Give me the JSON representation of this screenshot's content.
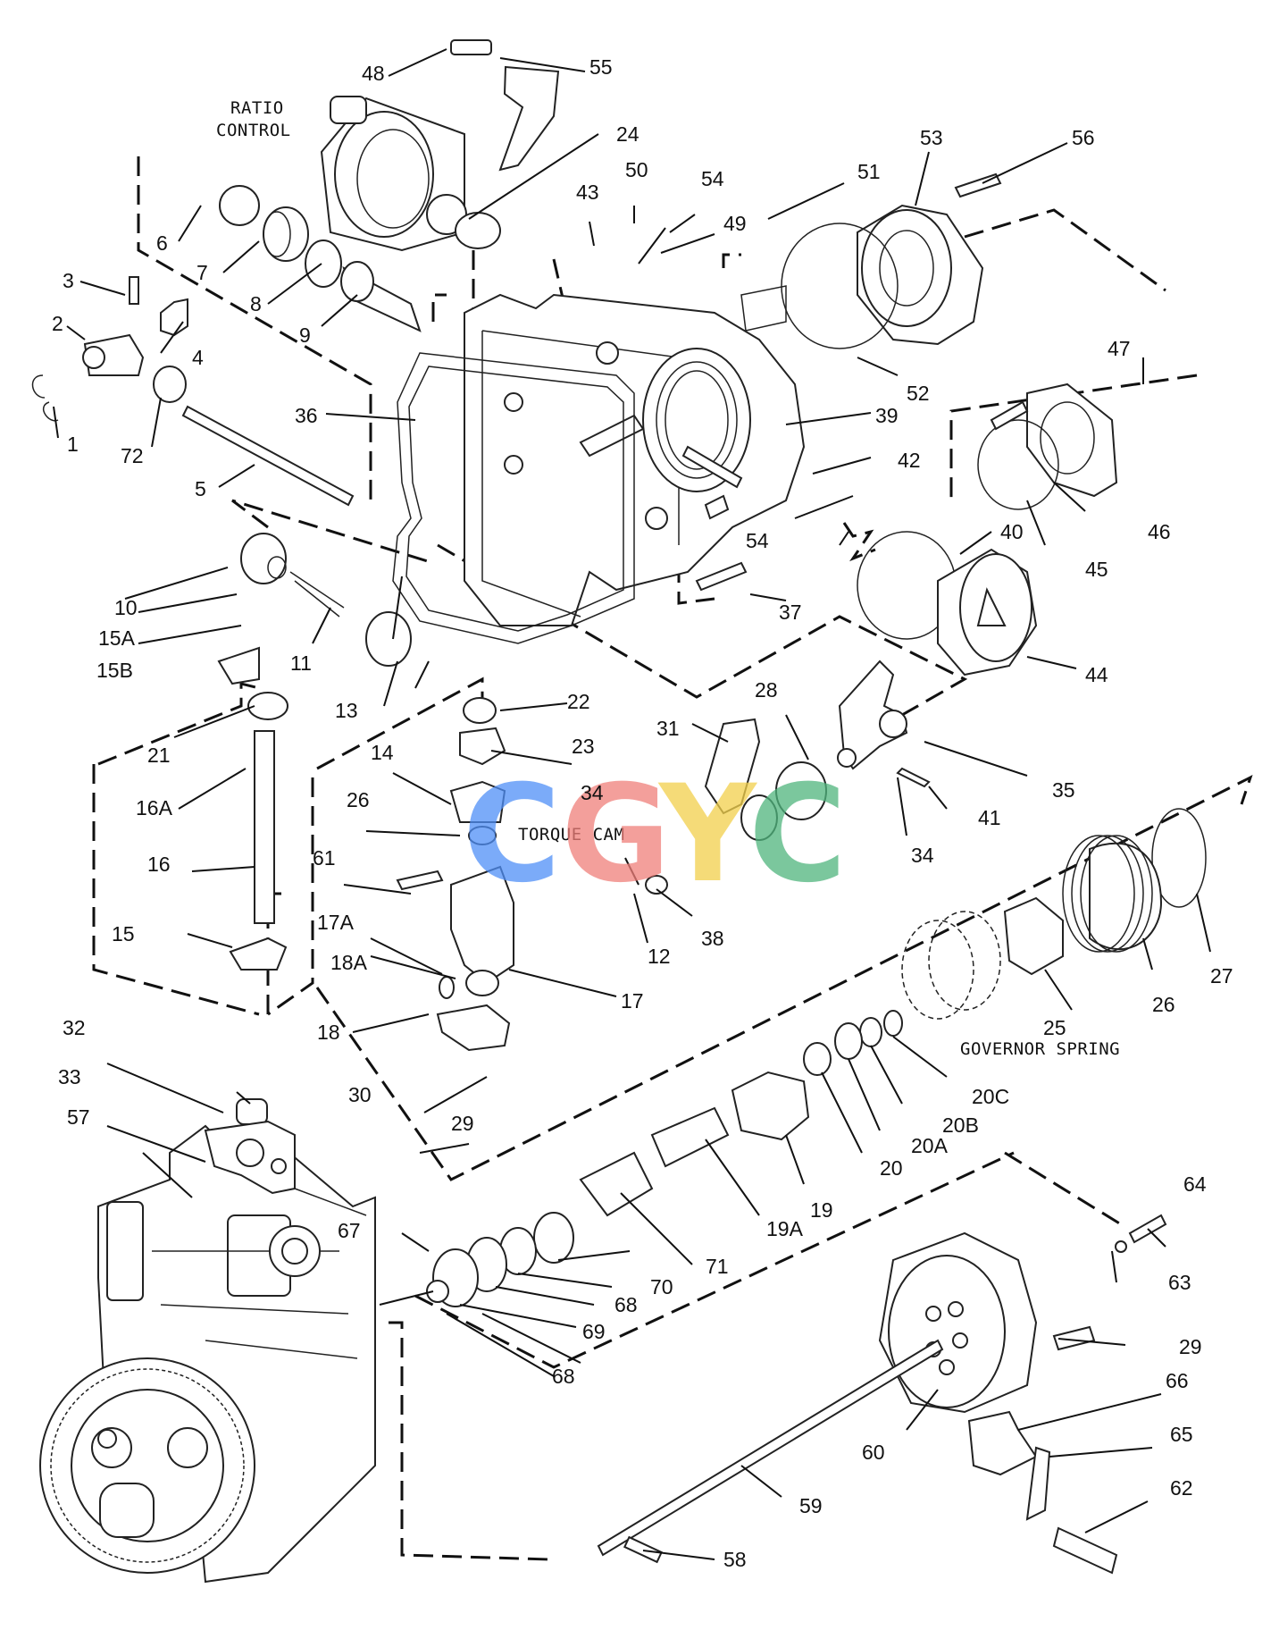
{
  "captions": {
    "ratio_control_line1": "RATIO",
    "ratio_control_line2": "CONTROL",
    "torque_cam": "TORQUE CAM",
    "governor_spring": "GOVERNOR SPRING"
  },
  "watermark": {
    "letters": [
      "C",
      "G",
      "Y",
      "C"
    ],
    "colors": [
      "#4f8ff7",
      "#f07f7a",
      "#f2d04b",
      "#4fb57d"
    ]
  },
  "callouts": {
    "c1": "1",
    "c2": "2",
    "c3": "3",
    "c4": "4",
    "c5": "5",
    "c6": "6",
    "c7": "7",
    "c8": "8",
    "c9": "9",
    "c10": "10",
    "c11": "11",
    "c12": "12",
    "c13": "13",
    "c14": "14",
    "c15": "15",
    "c15a": "15A",
    "c15b": "15B",
    "c16": "16",
    "c16a": "16A",
    "c17": "17",
    "c17a": "17A",
    "c18": "18",
    "c18a": "18A",
    "c19": "19",
    "c19a": "19A",
    "c20": "20",
    "c20a": "20A",
    "c20b": "20B",
    "c20c": "20C",
    "c21": "21",
    "c22": "22",
    "c23": "23",
    "c24": "24",
    "c25": "25",
    "c26_torque": "26",
    "c26_governor": "26",
    "c27": "27",
    "c28": "28",
    "c29_lever": "29",
    "c29_bolt": "29",
    "c30": "30",
    "c31": "31",
    "c32": "32",
    "c33": "33",
    "c34_cam": "34",
    "c34_bolt": "34",
    "c35": "35",
    "c36": "36",
    "c37": "37",
    "c38": "38",
    "c39": "39",
    "c40": "40",
    "c41": "41",
    "c42": "42",
    "c43": "43",
    "c44": "44",
    "c45": "45",
    "c46": "46",
    "c47": "47",
    "c48": "48",
    "c49": "49",
    "c50": "50",
    "c51": "51",
    "c52": "52",
    "c53": "53",
    "c54_top": "54",
    "c54_mid": "54",
    "c55": "55",
    "c56": "56",
    "c57": "57",
    "c58": "58",
    "c59": "59",
    "c60": "60",
    "c61": "61",
    "c62": "62",
    "c63": "63",
    "c64": "64",
    "c65": "65",
    "c66": "66",
    "c67": "67",
    "c68_a": "68",
    "c68_b": "68",
    "c69": "69",
    "c70": "70",
    "c71": "71",
    "c72": "72"
  }
}
